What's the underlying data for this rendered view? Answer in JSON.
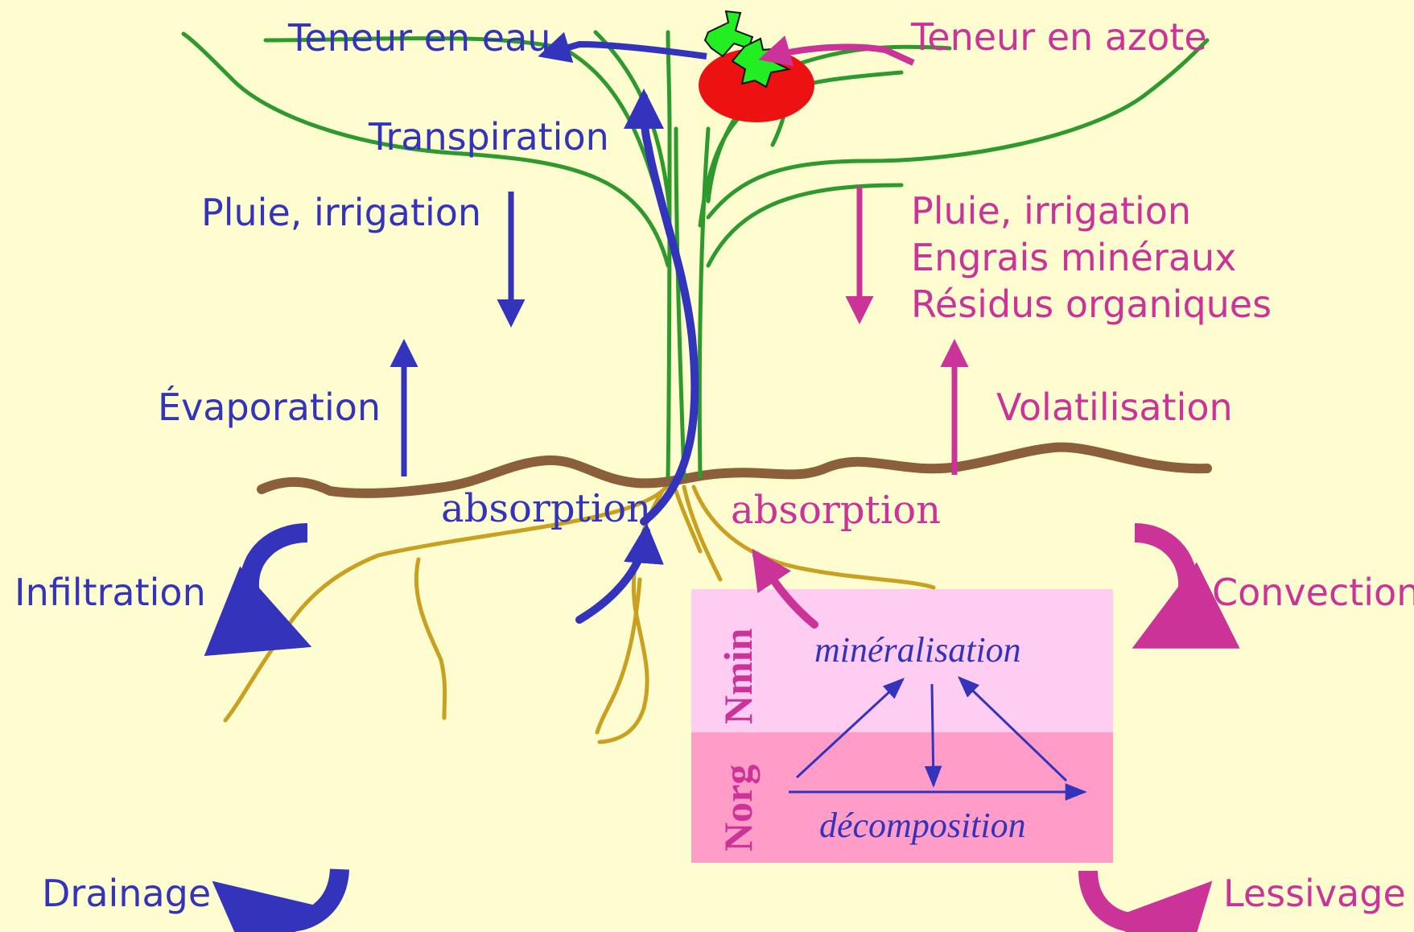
{
  "colors": {
    "background": "#FEFDD0",
    "water": "#3333BB",
    "nitrogen": "#CC3399",
    "stem": "#2E9A2E",
    "soil": "#8B5E3C",
    "roots": "#C9A020",
    "tomato": "#EE1111",
    "box_top": "#FFCCF2",
    "box_bottom": "#FF9CC8"
  },
  "water": {
    "teneur": "Teneur en eau",
    "transpiration": "Transpiration",
    "pluie": "Pluie, irrigation",
    "evaporation": "Évaporation",
    "absorption": "absorption",
    "infiltration": "Infiltration",
    "drainage": "Drainage"
  },
  "nitrogen": {
    "teneur": "Teneur en azote",
    "inputs": [
      "Pluie, irrigation",
      "Engrais minéraux",
      "Résidus organiques"
    ],
    "volatilisation": "Volatilisation",
    "absorption": "absorption",
    "convection": "Convection",
    "lessivage": "Lessivage"
  },
  "cycle": {
    "nmin": "Nmin",
    "norg": "Norg",
    "mineralisation": "minéralisation",
    "decomposition": "décomposition"
  },
  "icons": [
    "tomato-icon",
    "curved-arrow-icon"
  ]
}
